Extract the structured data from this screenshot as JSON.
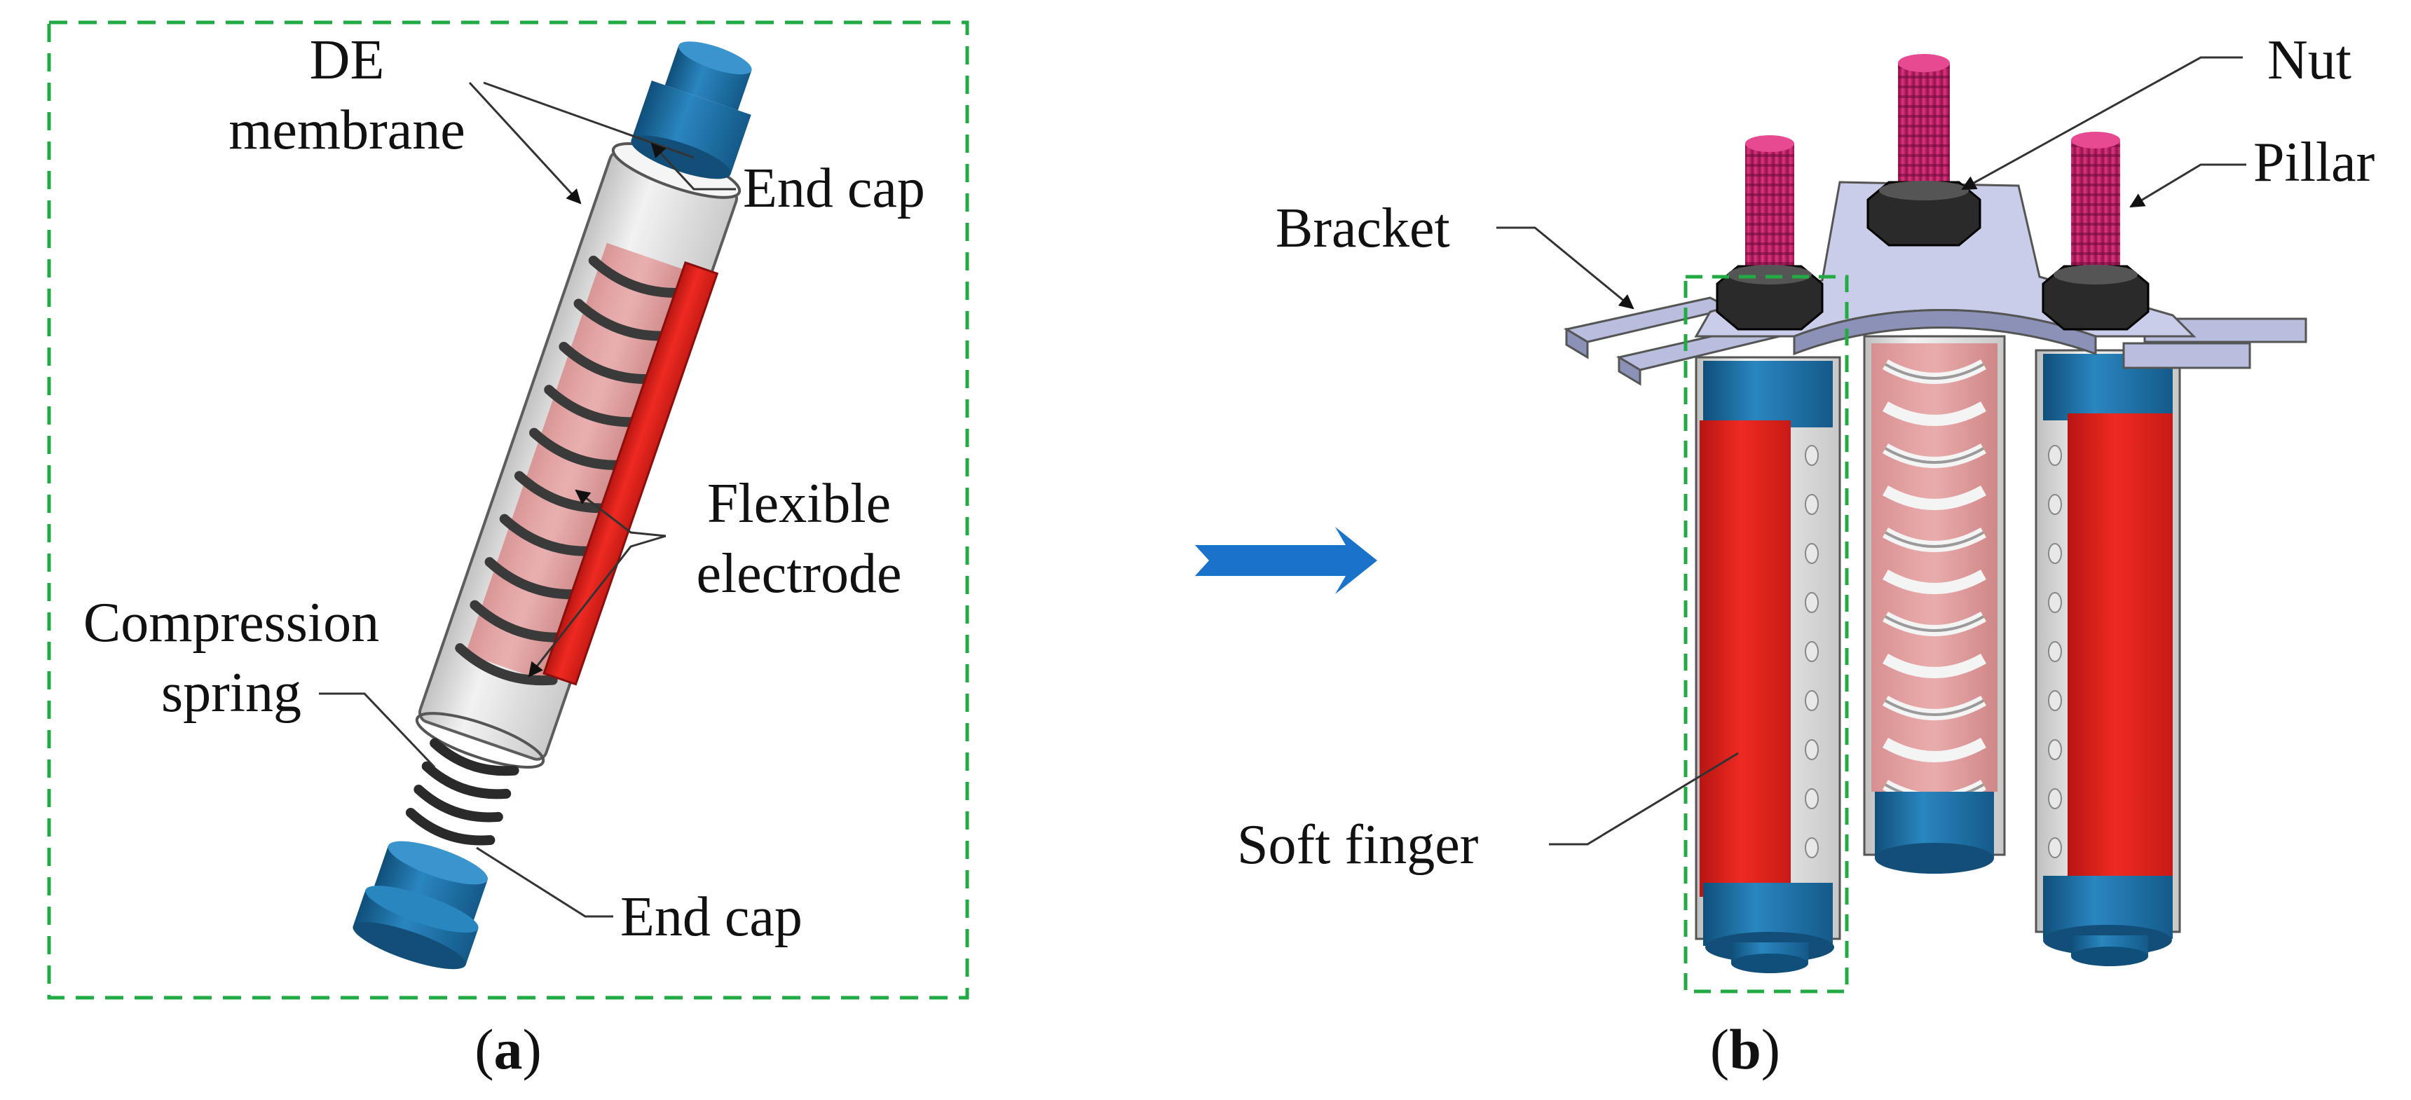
{
  "panel_a": {
    "labels": {
      "de_membrane_line1": "DE",
      "de_membrane_line2": "membrane",
      "end_cap_top": "End cap",
      "flexible_electrode_line1": "Flexible",
      "flexible_electrode_line2": "electrode",
      "compression_spring_line1": "Compression",
      "compression_spring_line2": "spring",
      "end_cap_bottom": "End cap"
    },
    "caption": {
      "open": "(",
      "letter": "a",
      "close": ")"
    }
  },
  "panel_b": {
    "labels": {
      "nut": "Nut",
      "pillar": "Pillar",
      "bracket": "Bracket",
      "soft_finger": "Soft finger"
    },
    "caption": {
      "open": "(",
      "letter": "b",
      "close": ")"
    }
  },
  "colors": {
    "frame_dash": "#22aa44",
    "end_cap_blue": "#1f6f9f",
    "electrode_red": "#e0201c",
    "bolt_magenta": "#c8266a",
    "spring_gray": "#3a3a3a",
    "arrow_blue": "#1a73c8",
    "bracket_lavender": "#c9cde9"
  }
}
